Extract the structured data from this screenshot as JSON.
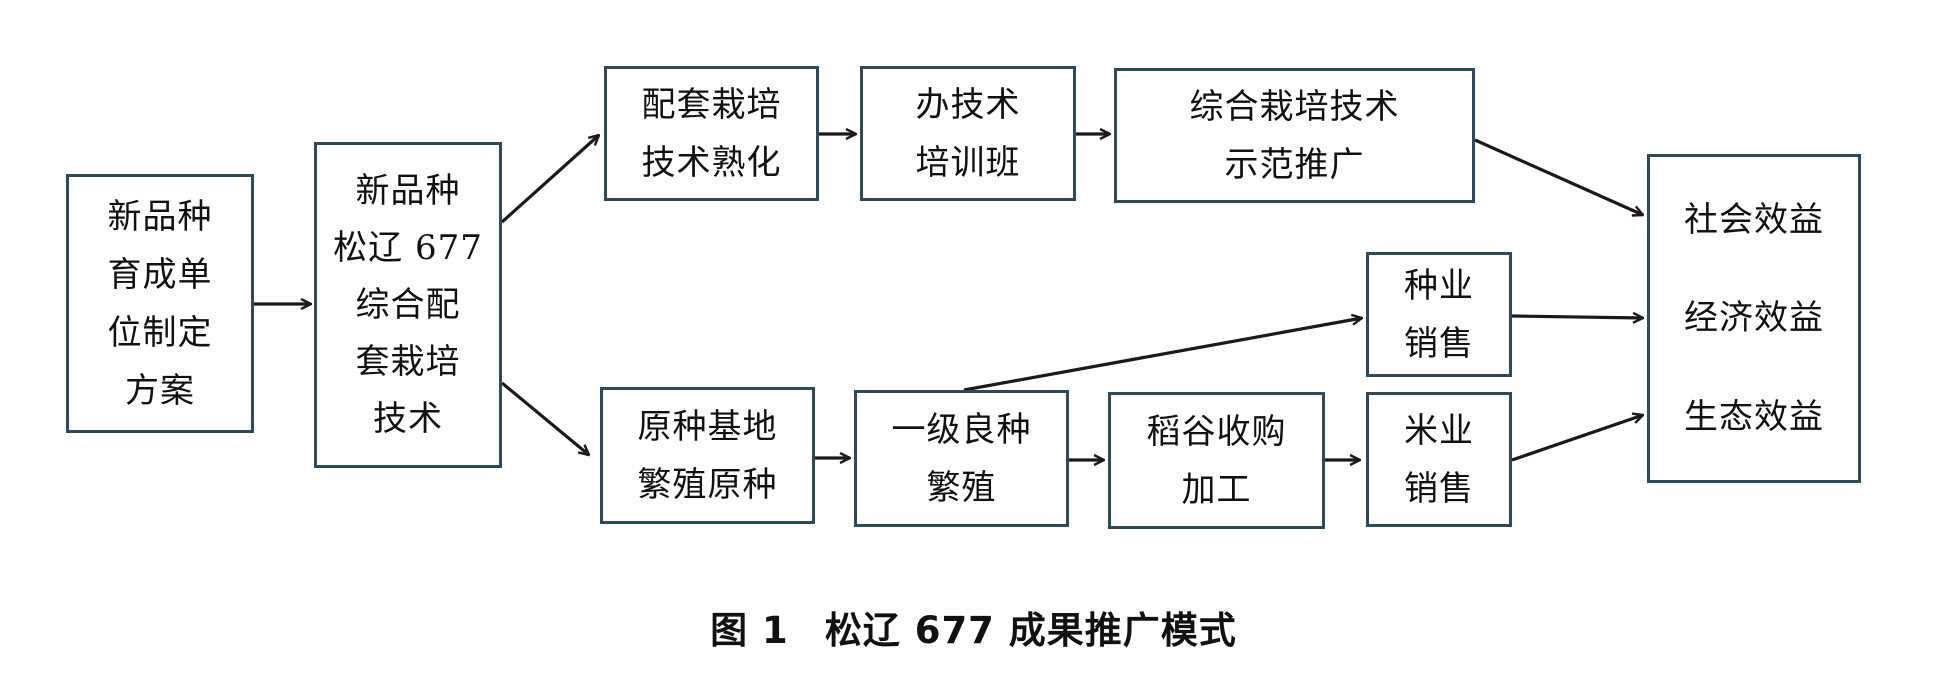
{
  "nodes": {
    "plan": {
      "lines": [
        "新品种",
        "育成单",
        "位制定",
        "方案"
      ]
    },
    "tech": {
      "lines": [
        "新品种",
        "松辽 677",
        "综合配",
        "套栽培",
        "技术"
      ]
    },
    "mature": {
      "lines": [
        "配套栽培",
        "技术熟化"
      ]
    },
    "training": {
      "lines": [
        "办技术",
        "培训班"
      ]
    },
    "demo": {
      "lines": [
        "综合栽培技术",
        "示范推广"
      ]
    },
    "base": {
      "lines": [
        "原种基地",
        "繁殖原种"
      ]
    },
    "first": {
      "lines": [
        "一级良种",
        "繁殖"
      ]
    },
    "purchase": {
      "lines": [
        "稻谷收购",
        "加工"
      ]
    },
    "seed_sale": {
      "lines": [
        "种业",
        "销售"
      ]
    },
    "rice_sale": {
      "lines": [
        "米业",
        "销售"
      ]
    },
    "benefits": {
      "lines": [
        "社会效益",
        "经济效益",
        "生态效益"
      ]
    }
  },
  "caption": {
    "figure": "图 1",
    "title": "松辽 677 成果推广模式"
  },
  "colors": {
    "border": "#2f4a5c",
    "arrow": "#1a1a1a",
    "text": "#111111"
  }
}
